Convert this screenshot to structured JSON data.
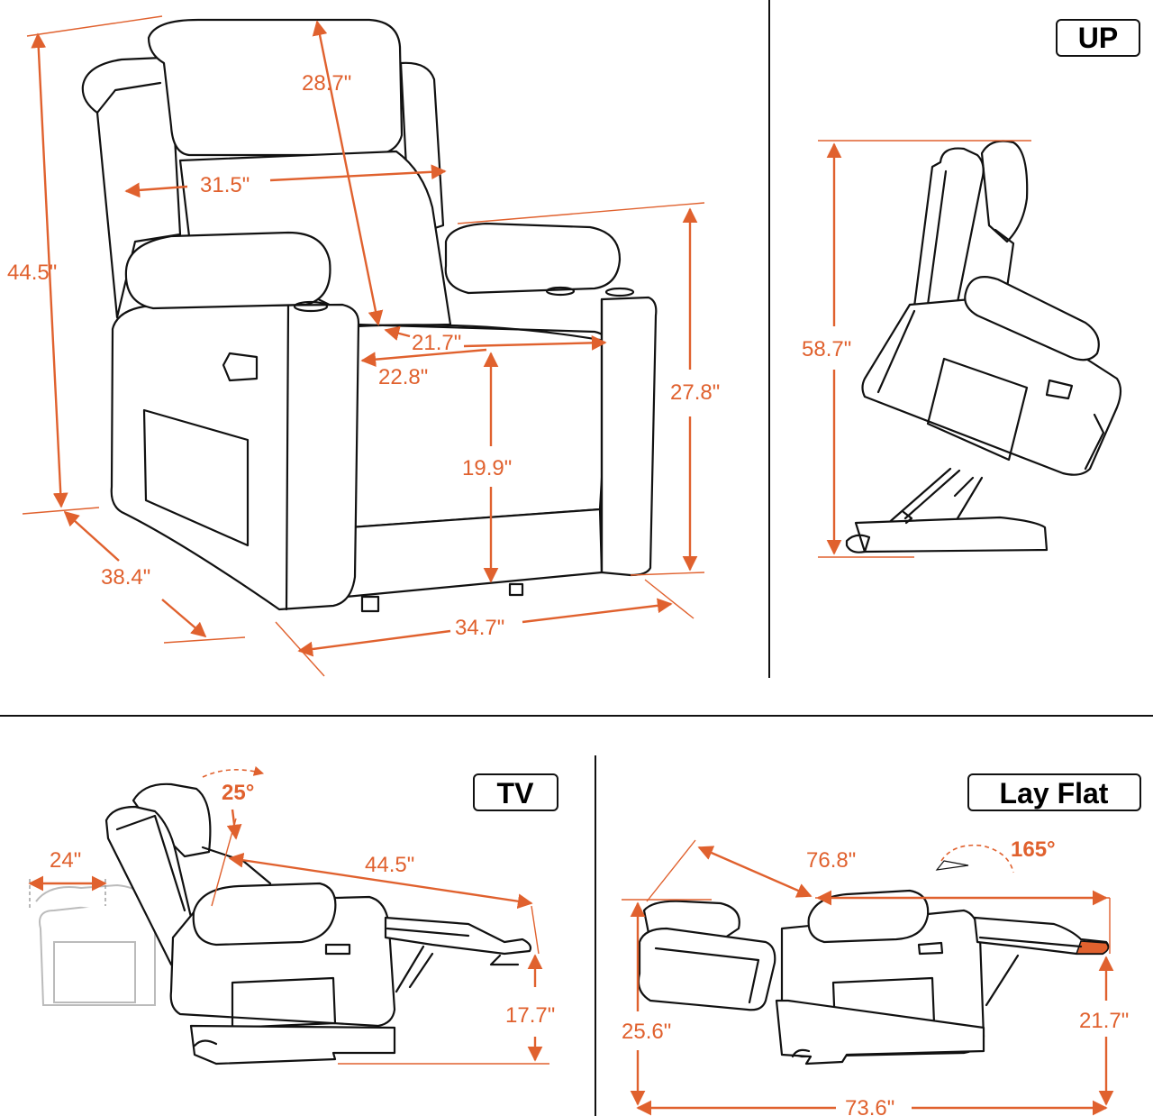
{
  "colors": {
    "dimension": "#e0612e",
    "outline": "#111111",
    "background": "#ffffff"
  },
  "views": {
    "front": {
      "dims": {
        "total_height": "44.5\"",
        "back_height": "28.7\"",
        "back_width": "31.5\"",
        "seat_depth": "21.7\"",
        "seat_width": "22.8\"",
        "seat_height": "19.9\"",
        "arm_height": "27.8\"",
        "depth": "38.4\"",
        "width": "34.7\""
      }
    },
    "up": {
      "label": "UP",
      "dims": {
        "height": "58.7\""
      }
    },
    "tv": {
      "label": "TV",
      "dims": {
        "angle": "25°",
        "clearance": "24\"",
        "length": "44.5\"",
        "footrest_height": "17.7\""
      }
    },
    "lay_flat": {
      "label": "Lay Flat",
      "dims": {
        "angle": "165°",
        "length": "76.8\"",
        "height": "25.6\"",
        "footrest_height": "21.7\"",
        "total_length": "73.6\""
      }
    }
  }
}
